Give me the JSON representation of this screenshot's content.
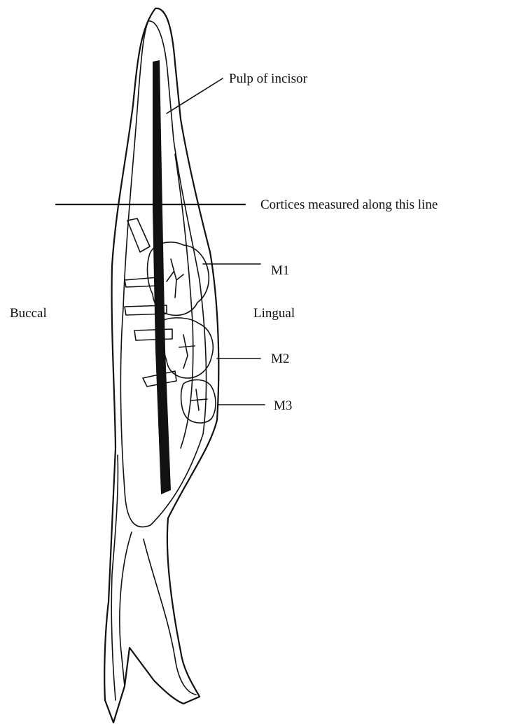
{
  "labels": {
    "pulp": "Pulp of incisor",
    "cortices_line": "Cortices measured along this line",
    "m1": "M1",
    "m2": "M2",
    "m3": "M3",
    "buccal": "Buccal",
    "lingual": "Lingual"
  },
  "colors": {
    "ink": "#111111",
    "background": "#ffffff"
  }
}
